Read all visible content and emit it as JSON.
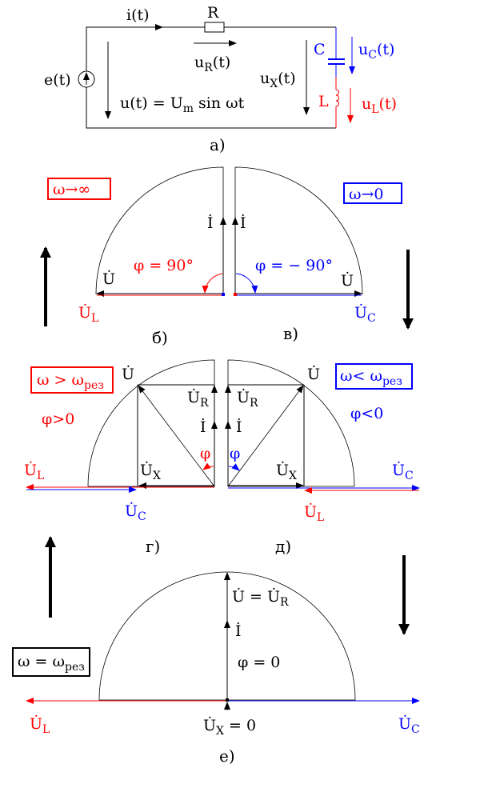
{
  "colors": {
    "inductive": "#ff0000",
    "capacitive": "#0000ff",
    "neutral": "#000000"
  },
  "panel_a": {
    "caption": "а)",
    "current": "i(t)",
    "resistor": "R",
    "uR": {
      "main": "u",
      "sub": "R",
      "tail": "(t)"
    },
    "source": "e(t)",
    "source_icon": "current-source-arrow-up",
    "u_formula": {
      "main": "u(t) =  U",
      "sub": "m",
      "tail": " sin ωt"
    },
    "uX": {
      "main": "u",
      "sub": "X",
      "tail": "(t)"
    },
    "capacitor": "C",
    "inductor": "L",
    "uC": {
      "main": "u",
      "sub": "C",
      "tail": "(t)"
    },
    "uL": {
      "main": "u",
      "sub": "L",
      "tail": "(t)"
    }
  },
  "panel_b": {
    "caption": "б)",
    "condition": "ω→∞",
    "current": "İ",
    "voltage": "U̇",
    "uL": {
      "main": "U̇",
      "sub": "L"
    },
    "phase": "φ = 90°"
  },
  "panel_v": {
    "caption": "в)",
    "condition": "ω→0",
    "current": "İ",
    "voltage": "U̇",
    "uC": {
      "main": "U̇",
      "sub": "C"
    },
    "phase": "φ = − 90°"
  },
  "panel_g": {
    "caption": "г)",
    "condition": {
      "main": "ω > ω",
      "sub": "рез"
    },
    "phase_sign": "φ>0",
    "voltage": "U̇",
    "uR": {
      "main": "U̇",
      "sub": "R"
    },
    "current": "İ",
    "uX": {
      "main": "U̇",
      "sub": "X"
    },
    "phi": "φ",
    "uL": {
      "main": "U̇",
      "sub": "L"
    },
    "uC": {
      "main": "U̇",
      "sub": "C"
    }
  },
  "panel_d": {
    "caption": "д)",
    "condition": {
      "main": "ω< ω",
      "sub": "рез"
    },
    "phase_sign": "φ<0",
    "voltage": "U̇",
    "uR": {
      "main": "U̇",
      "sub": "R"
    },
    "current": "İ",
    "uX": {
      "main": "U̇",
      "sub": "X"
    },
    "phi": "φ",
    "uL": {
      "main": "U̇",
      "sub": "L"
    },
    "uC": {
      "main": "U̇",
      "sub": "C"
    }
  },
  "panel_e": {
    "caption": "е)",
    "condition": {
      "main": "ω = ω",
      "sub": "рез"
    },
    "u_eq": {
      "main": "U̇ = U̇",
      "sub": "R"
    },
    "current": "İ",
    "phase": "φ = 0",
    "uX": {
      "main": "U̇",
      "sub": "X",
      "tail": " = 0"
    },
    "uL": {
      "main": "U̇",
      "sub": "L"
    },
    "uC": {
      "main": "U̇",
      "sub": "C"
    }
  }
}
